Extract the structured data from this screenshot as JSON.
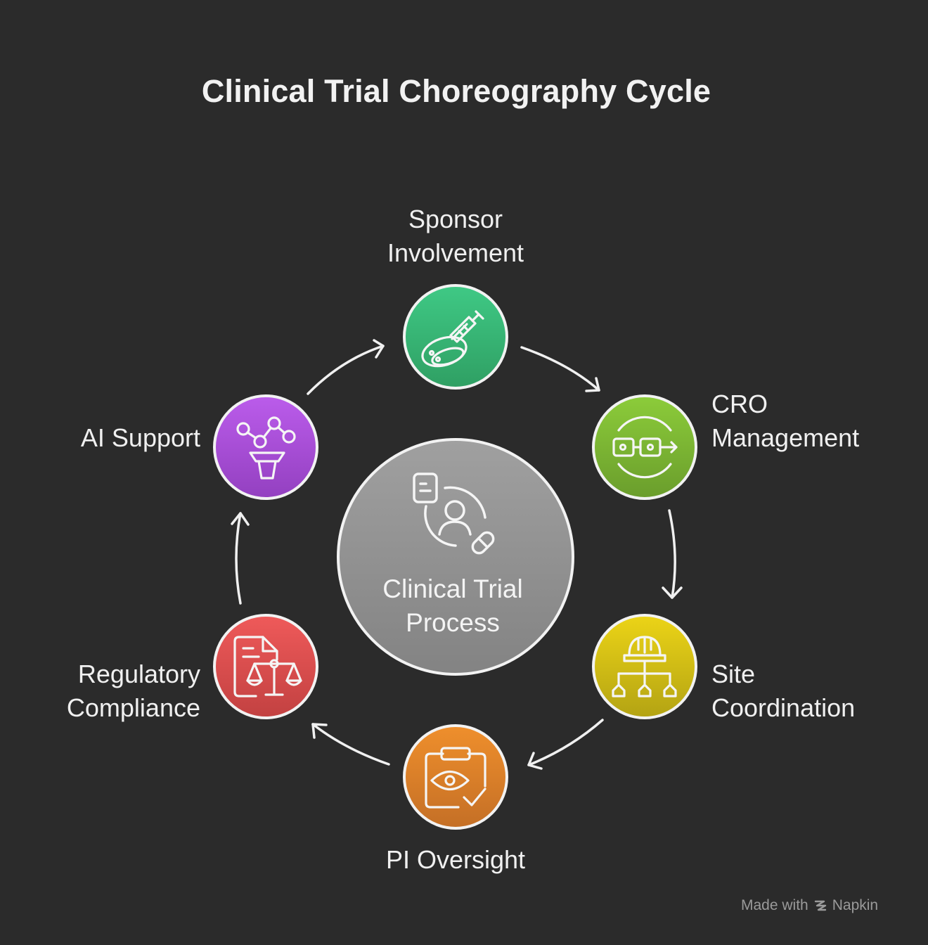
{
  "title": "Clinical Trial Choreography Cycle",
  "center": {
    "line1": "Clinical Trial",
    "line2": "Process",
    "icon": "document-person-pill-icon"
  },
  "stages": [
    {
      "id": "sponsor",
      "line1": "Sponsor",
      "line2": "Involvement",
      "icon": "syringe-petri-dish-icon",
      "color": "#3dbb7a"
    },
    {
      "id": "cro",
      "line1": "CRO",
      "line2": "Management",
      "icon": "glasses-arrow-icon",
      "color": "#7cb233"
    },
    {
      "id": "site",
      "line1": "Site",
      "line2": "Coordination",
      "icon": "hardhat-hierarchy-icon",
      "color": "#d9c214"
    },
    {
      "id": "pi",
      "line1": "PI Oversight",
      "line2": "",
      "icon": "clipboard-eye-check-icon",
      "color": "#e0842a"
    },
    {
      "id": "regulatory",
      "line1": "Regulatory",
      "line2": "Compliance",
      "icon": "document-scales-icon",
      "color": "#e04f4f"
    },
    {
      "id": "ai",
      "line1": "AI Support",
      "line2": "",
      "icon": "network-funnel-icon",
      "color": "#a94fd6"
    }
  ],
  "watermark": {
    "made_with": "Made with",
    "brand": "Napkin"
  }
}
